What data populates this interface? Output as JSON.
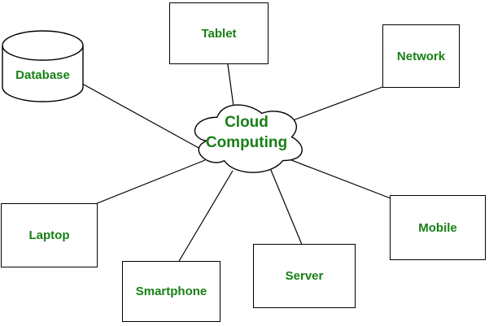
{
  "diagram": {
    "center": {
      "label": "Cloud Computing",
      "shape": "cloud"
    },
    "nodes": [
      {
        "id": "database",
        "label": "Database",
        "shape": "cylinder"
      },
      {
        "id": "tablet",
        "label": "Tablet",
        "shape": "rectangle"
      },
      {
        "id": "network",
        "label": "Network",
        "shape": "rectangle"
      },
      {
        "id": "laptop",
        "label": "Laptop",
        "shape": "rectangle"
      },
      {
        "id": "smartphone",
        "label": "Smartphone",
        "shape": "rectangle"
      },
      {
        "id": "server",
        "label": "Server",
        "shape": "rectangle"
      },
      {
        "id": "mobile",
        "label": "Mobile",
        "shape": "rectangle"
      }
    ],
    "edges": [
      {
        "from": "Cloud Computing",
        "to": "Tablet"
      },
      {
        "from": "Cloud Computing",
        "to": "Database"
      },
      {
        "from": "Cloud Computing",
        "to": "Network"
      },
      {
        "from": "Cloud Computing",
        "to": "Laptop"
      },
      {
        "from": "Cloud Computing",
        "to": "Smartphone"
      },
      {
        "from": "Cloud Computing",
        "to": "Server"
      },
      {
        "from": "Cloud Computing",
        "to": "Mobile"
      }
    ],
    "colors": {
      "label_text": "#178017",
      "shape_stroke": "#000000",
      "shape_fill": "#ffffff",
      "background": "#ffffff"
    }
  }
}
